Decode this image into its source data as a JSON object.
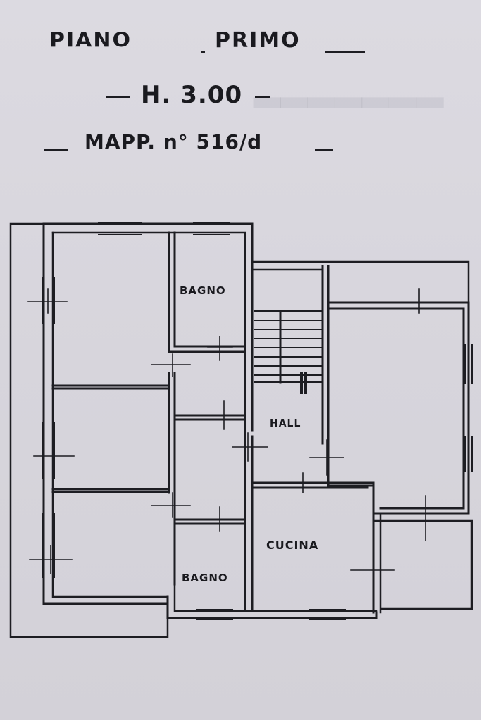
{
  "header": {
    "level_label": "PIANO",
    "level_name": "PRIMO",
    "height_value": "H. 3.00",
    "map_ref": "MAPP. n° 516/d"
  },
  "rooms": {
    "bagno_top": "BAGNO",
    "hall": "HALL",
    "cucina": "CUCINA",
    "bagno_bottom": "BAGNO"
  },
  "colors": {
    "paper": "#d9d7de",
    "ink": "#1a1a1f"
  }
}
